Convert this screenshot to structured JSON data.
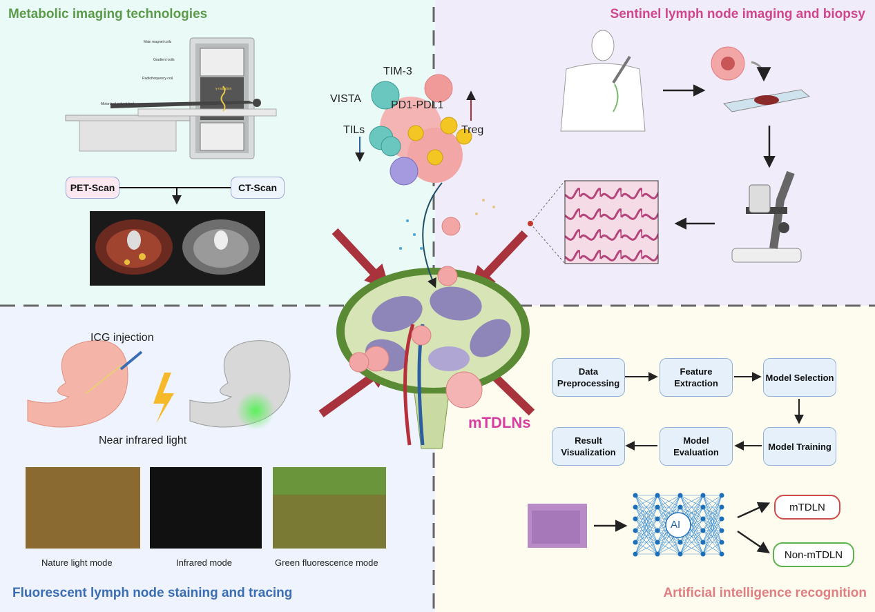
{
  "quadrants": {
    "metabolic": {
      "title": "Metabolic imaging technologies",
      "scanner_labels": {
        "main_magnet": "Main magnet coils",
        "gradient": "Gradient coils",
        "rf": "Radiofrequency coil",
        "bed": "Motorized patient bed",
        "gamma": "γ-radiation"
      },
      "pet_label": "PET-Scan",
      "ct_label": "CT-Scan"
    },
    "sentinel": {
      "title": "Sentinel lymph node imaging and biopsy"
    },
    "fluorescent": {
      "title": "Fluorescent lymph node staining and tracing",
      "icg": "ICG injection",
      "nir": "Near infrared light",
      "modes": [
        "Nature light mode",
        "Infrared mode",
        "Green fluorescence mode"
      ]
    },
    "ai": {
      "title": "Artificial intelligence recognition",
      "steps": {
        "preprocessing": "Data Preprocessing",
        "feature": "Feature Extraction",
        "selection": "Model Selection",
        "training": "Model Training",
        "evaluation": "Model Evaluation",
        "visualization": "Result Visualization"
      },
      "ai_node": "AI",
      "outputs": [
        "mTDLN",
        "Non-mTDLN"
      ]
    }
  },
  "center": {
    "tim3": "TIM-3",
    "vista": "VISTA",
    "pd1": "PD1-PDL1",
    "tils": "TILs",
    "treg": "Treg",
    "mtdlns": "mTDLNs"
  },
  "colors": {
    "metabolic": "#5b9a4a",
    "sentinel": "#d0458c",
    "fluorescent": "#3a6db3",
    "ai": "#e07e82"
  }
}
